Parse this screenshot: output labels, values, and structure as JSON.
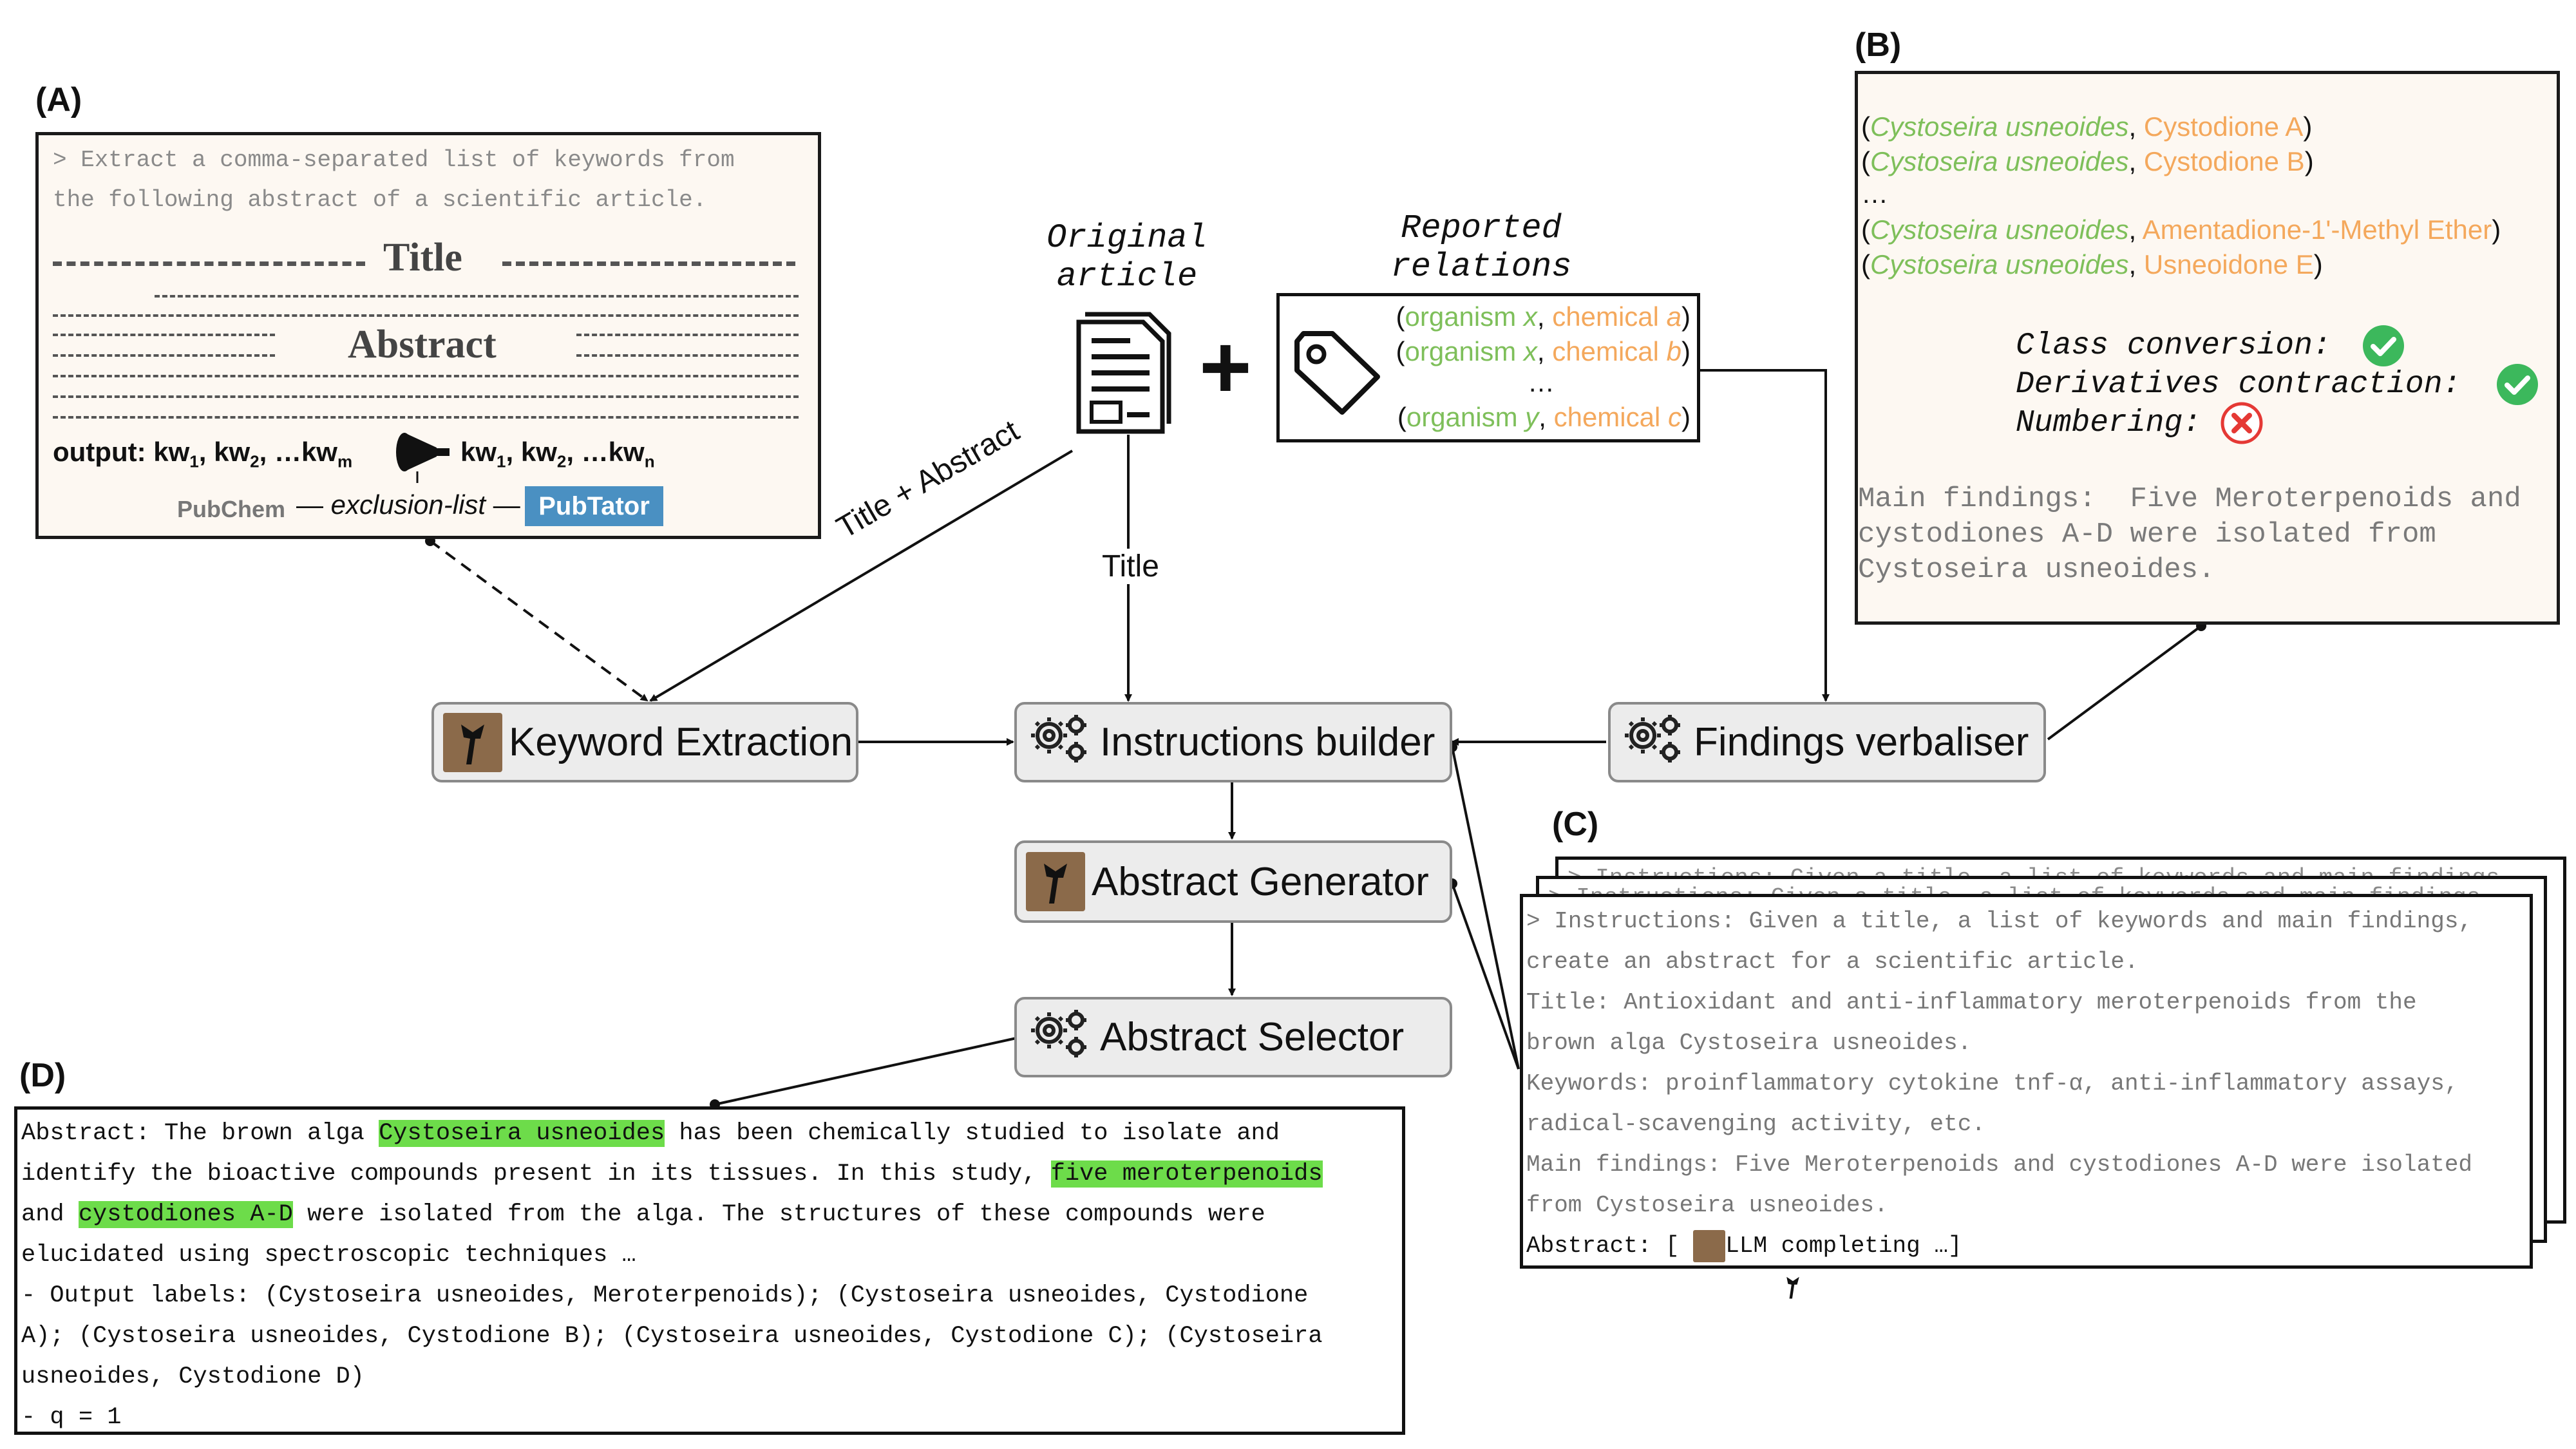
{
  "panel_labels": {
    "a": "(A)",
    "b": "(B)",
    "c": "(C)",
    "d": "(D)"
  },
  "panel_a": {
    "prompt_line1": "> Extract a comma-separated list of keywords from",
    "prompt_line2": "the following abstract of a scientific article.",
    "title": "Title",
    "abstract": "Abstract",
    "output_label": "output:",
    "kw_in": [
      "kw",
      "1",
      ", kw",
      "2",
      ", …kw",
      "m"
    ],
    "kw_out": [
      "kw",
      "1",
      ", kw",
      "2",
      ", …kw",
      "n"
    ],
    "pubchem": "PubChem",
    "exclusion": "exclusion-list",
    "pubtator": "PubTator",
    "pubtator_color": "#4a90c2"
  },
  "top": {
    "original_article": [
      "Original",
      "article"
    ],
    "plus": "+",
    "reported_relations": [
      "Reported",
      "relations"
    ],
    "relations": [
      {
        "org": "organism ",
        "var_o": "x",
        "chem": "chemical ",
        "var_c": "a"
      },
      {
        "org": "organism ",
        "var_o": "x",
        "chem": "chemical ",
        "var_c": "b"
      },
      {
        "org": "organism ",
        "var_o": "y",
        "chem": "chemical ",
        "var_c": "c"
      }
    ],
    "ellipsis": "…"
  },
  "panel_b": {
    "pairs": [
      {
        "org": "Cystoseira usneoides",
        "chem": "Cystodione A"
      },
      {
        "org": "Cystoseira usneoides",
        "chem": "Cystodione B"
      },
      {
        "org": "Cystoseira usneoides",
        "chem": "Amentadione-1'-Methyl Ether"
      },
      {
        "org": "Cystoseira usneoides",
        "chem": "Usneoidone E"
      }
    ],
    "ellipsis": "…",
    "class_conversion": "Class conversion:",
    "derivatives": "Derivatives contraction:",
    "numbering": "Numbering:",
    "findings_lines": [
      "Main findings:  Five Meroterpenoids and",
      "cystodiones A-D were isolated from",
      "Cystoseira usneoides."
    ]
  },
  "edges": {
    "title_abstract": "Title + Abstract",
    "title": "Title"
  },
  "nodes": {
    "keyword_extraction": "Keyword Extraction",
    "instructions_builder": "Instructions builder",
    "findings_verbaliser": "Findings verbaliser",
    "abstract_generator": "Abstract Generator",
    "abstract_selector": "Abstract Selector"
  },
  "panel_c": {
    "back_text": "> Instructions: Given a title, a list of keywords and main findings,",
    "lines": [
      "> Instructions: Given a title, a list of keywords and main findings,",
      "create an abstract for a scientific article.",
      "Title: Antioxidant and anti-inflammatory meroterpenoids from the",
      "brown alga Cystoseira usneoides.",
      "Keywords: proinflammatory cytokine tnf-α, anti-inflammatory assays,",
      "radical-scavenging activity, etc.",
      "Main findings: Five Meroterpenoids and cystodiones A-D were isolated",
      "from Cystoseira usneoides."
    ],
    "abstract_label": "Abstract:",
    "bracket_open": "[",
    "llm": "LLM completing …]"
  },
  "panel_d": {
    "l1a": "Abstract: The brown alga ",
    "l1b": "Cystoseira usneoides",
    "l1c": " has been chemically studied to isolate and",
    "l2a": "identify the bioactive compounds present in its tissues. In this study, ",
    "l2b": "five meroterpenoids",
    "l3a": "and ",
    "l3b": "cystodiones A-D",
    "l3c": " were isolated from the alga. The structures of these compounds were",
    "l4": "elucidated using spectroscopic techniques …",
    "l5": "- Output labels: (Cystoseira usneoides, Meroterpenoids); (Cystoseira usneoides, Cystodione",
    "l6": "A); (Cystoseira usneoides, Cystodione B); (Cystoseira usneoides, Cystodione C); (Cystoseira",
    "l7": "usneoides, Cystodione D)",
    "l8": "- q = 1"
  },
  "colors": {
    "organism": "#7ebf5a",
    "chemical": "#f4a85c",
    "highlight": "#6ddc4a",
    "check": "#3cb85c",
    "cross": "#e53935"
  },
  "icons": [
    "llm-logo-icon",
    "gear-icon",
    "document-icon",
    "tag-icon",
    "funnel-icon",
    "check-icon",
    "cross-icon"
  ]
}
